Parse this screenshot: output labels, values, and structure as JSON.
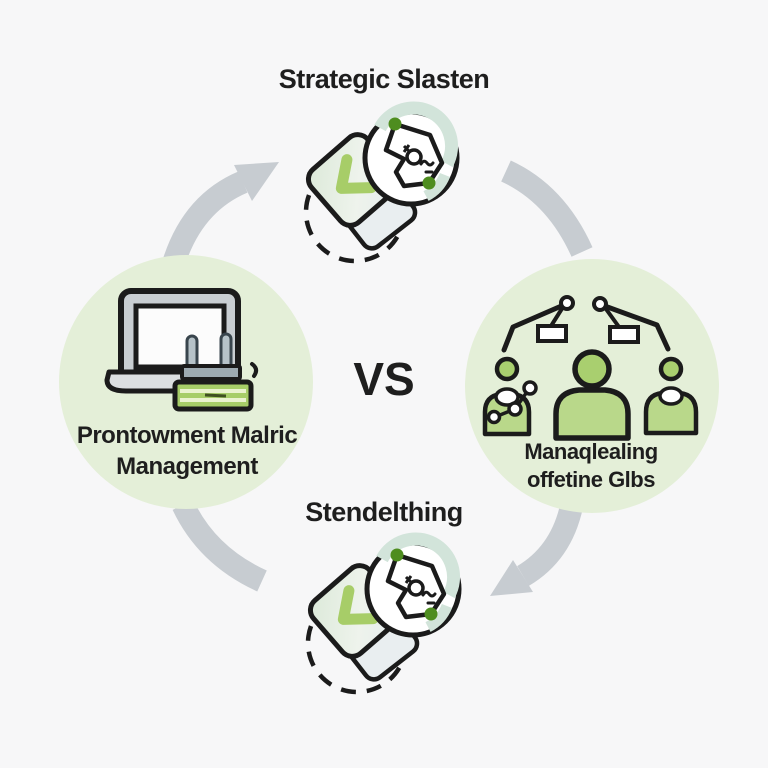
{
  "labels": {
    "top": "Strategic Slasten",
    "versus": "VS",
    "bottom": "Stendelthing",
    "left": {
      "line1": "Prontowment Malric",
      "line2": "Management"
    },
    "right": {
      "line1": "Manaqlealing",
      "line2": "offetine Glbs"
    }
  },
  "icons": {
    "top": "documents-badge-icon",
    "left": "laptop-brush-icon",
    "right": "team-balance-icon",
    "bottom": "documents-badge-icon",
    "arrows": [
      "cycle-arrow-top-left",
      "cycle-arc-top-right",
      "cycle-arrow-bottom-right",
      "cycle-arc-bottom-left"
    ]
  },
  "colors": {
    "background": "#f7f7f8",
    "circle_fill": "#e4efd8",
    "arrow": "#c7ccd1",
    "ink": "#1b1b1b",
    "green_head": "#a9cf6f",
    "green_body": "#b9d88a",
    "green_accent": "#a7cd68",
    "green_dot": "#4e8d1f",
    "mint": "#d2e4da",
    "laptop_gray": "#c9ced2",
    "text": "#1e1e1e"
  }
}
